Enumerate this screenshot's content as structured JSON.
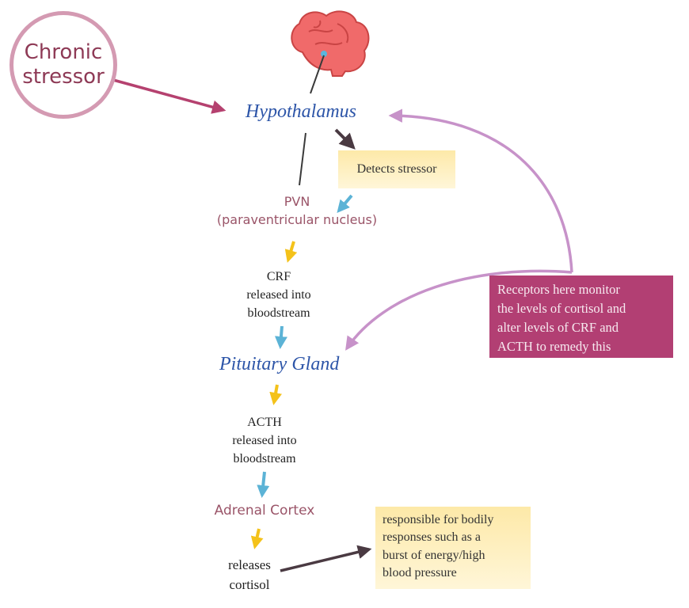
{
  "nodes": {
    "chronic_stressor": "Chronic stressor",
    "hypothalamus": "Hypothalamus",
    "detects_stressor": "Detects stressor",
    "pvn_line1": "PVN",
    "pvn_line2": "(paraventricular nucleus)",
    "crf": [
      "CRF",
      "released into",
      "bloodstream"
    ],
    "pituitary": "Pituitary Gland",
    "acth": [
      "ACTH",
      "released into",
      "bloodstream"
    ],
    "adrenal": "Adrenal Cortex",
    "cortisol": [
      "releases",
      "cortisol"
    ],
    "receptors": [
      "Receptors here monitor",
      "the levels of cortisol and",
      "alter levels of CRF and",
      "ACTH to remedy this"
    ],
    "responses": [
      "responsible for bodily",
      "responses such as a",
      "burst of energy/high",
      "blood pressure"
    ]
  },
  "colors": {
    "blue": "#2d55a8",
    "maroon": "#9a5468",
    "pink_box": "#b23f73",
    "yellow_arrow": "#f4c21a",
    "cyan_arrow": "#5cb3d6",
    "purple_arrow": "#c792c9",
    "dark_arrow": "#4a3a42"
  }
}
